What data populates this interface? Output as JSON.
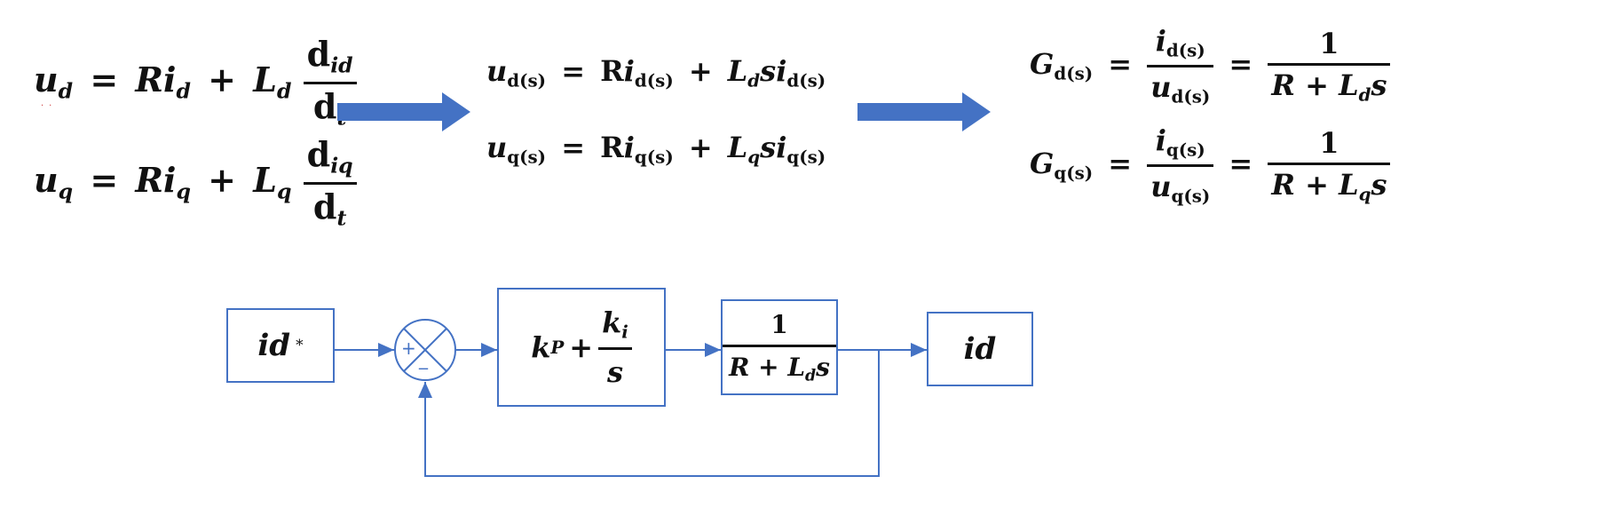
{
  "equations_time": [
    {
      "lhs": "u",
      "lhs_sub": "d",
      "r": "R",
      "i": "i",
      "i_sub": "d",
      "L": "L",
      "L_sub": "d",
      "num": "d",
      "num_sub": "id",
      "den": "d",
      "den_sub": "t"
    },
    {
      "lhs": "u",
      "lhs_sub": "q",
      "r": "R",
      "i": "i",
      "i_sub": "q",
      "L": "L",
      "L_sub": "q",
      "num": "d",
      "num_sub": "iq",
      "den": "d",
      "den_sub": "t"
    }
  ],
  "equations_s": [
    {
      "lhs": "u",
      "lhs_sub": "d(s)",
      "r": "R",
      "i": "i",
      "i_sub": "d(s)",
      "L": "L",
      "L_sub": "d",
      "s": "s",
      "i2": "i",
      "i2_sub": "d(s)"
    },
    {
      "lhs": "u",
      "lhs_sub": "q(s)",
      "r": "R",
      "i": "i",
      "i_sub": "q(s)",
      "L": "L",
      "L_sub": "q",
      "s": "s",
      "i2": "i",
      "i2_sub": "q(s)"
    }
  ],
  "transfer_functions": [
    {
      "g": "G",
      "g_sub": "d(s)",
      "num": "i",
      "num_sub": "d(s)",
      "den": "u",
      "den_sub": "d(s)",
      "one": "1",
      "r": "R",
      "L": "L",
      "L_sub": "d",
      "s": "s"
    },
    {
      "g": "G",
      "g_sub": "q(s)",
      "num": "i",
      "num_sub": "q(s)",
      "den": "u",
      "den_sub": "q(s)",
      "one": "1",
      "r": "R",
      "L": "L",
      "L_sub": "q",
      "s": "s"
    }
  ],
  "block_diagram": {
    "reference": {
      "label": "id",
      "sup": "*"
    },
    "summing_junction": {
      "plus": "+",
      "minus": "_"
    },
    "pi_controller": {
      "k": "k",
      "p_sub": "P",
      "ki": "k",
      "i_sub": "i",
      "s": "s"
    },
    "plant": {
      "one": "1",
      "r": "R",
      "L": "L",
      "L_sub": "d",
      "s": "s"
    },
    "output": {
      "label": "id"
    }
  },
  "colors": {
    "arrow": "#4472c4",
    "wire": "#4472c4",
    "text": "#111111"
  }
}
